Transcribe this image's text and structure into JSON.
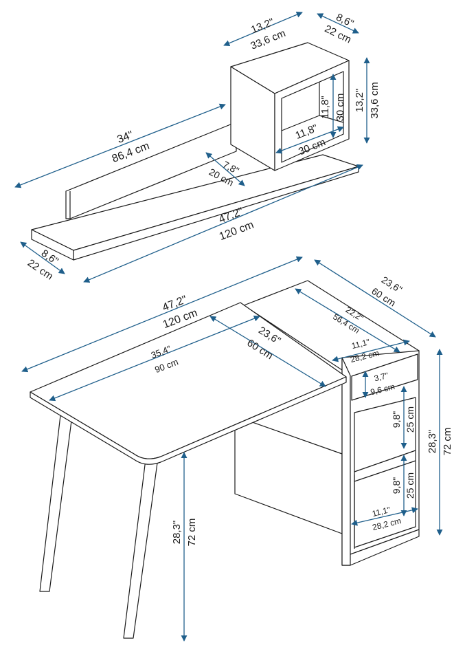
{
  "colors": {
    "dimension": "#1f5f8b",
    "outline": "#1a1a1a"
  },
  "shelf_unit": {
    "box_width_in": "13,2\"",
    "box_width_cm": "33,6 cm",
    "box_depth_in": "8,6\"",
    "box_depth_cm": "22 cm",
    "box_height_in": "13,2\"",
    "box_height_cm": "33,6 cm",
    "inner_height_in": "11,8\"",
    "inner_height_cm": "30 cm",
    "inner_width_in": "11,8\"",
    "inner_width_cm": "30 cm",
    "back_length_in": "34\"",
    "back_length_cm": "86,4 cm",
    "back_height_in": "7,8\"",
    "back_height_cm": "20 cm",
    "total_length_in": "47,2\"",
    "total_length_cm": "120 cm",
    "depth_in": "8,6\"",
    "depth_cm": "22 cm"
  },
  "desk": {
    "width_in": "47,2\"",
    "width_cm": "120 cm",
    "top_width_in": "35,4\"",
    "top_width_cm": "90 cm",
    "top_depth_in": "23,6\"",
    "top_depth_cm": "60 cm",
    "cab_depth_in": "23,6\"",
    "cab_depth_cm": "60 cm",
    "inner_depth_in": "22,2\"",
    "inner_depth_cm": "56,4 cm",
    "inner_width_in": "11,1\"",
    "inner_width_cm": "28,2 cm",
    "drawer_height_in": "3,7\"",
    "drawer_height_cm": "9,6 cm",
    "shelf_height_in": "9,8\"",
    "shelf_height_cm": "25 cm",
    "shelf2_height_in": "9,8\"",
    "shelf2_height_cm": "25 cm",
    "bottom_width_in": "11,1\"",
    "bottom_width_cm": "28,2 cm",
    "height_in": "28,3\"",
    "height_cm": "72 cm",
    "leg_height_in": "28,3\"",
    "leg_height_cm": "72 cm"
  }
}
